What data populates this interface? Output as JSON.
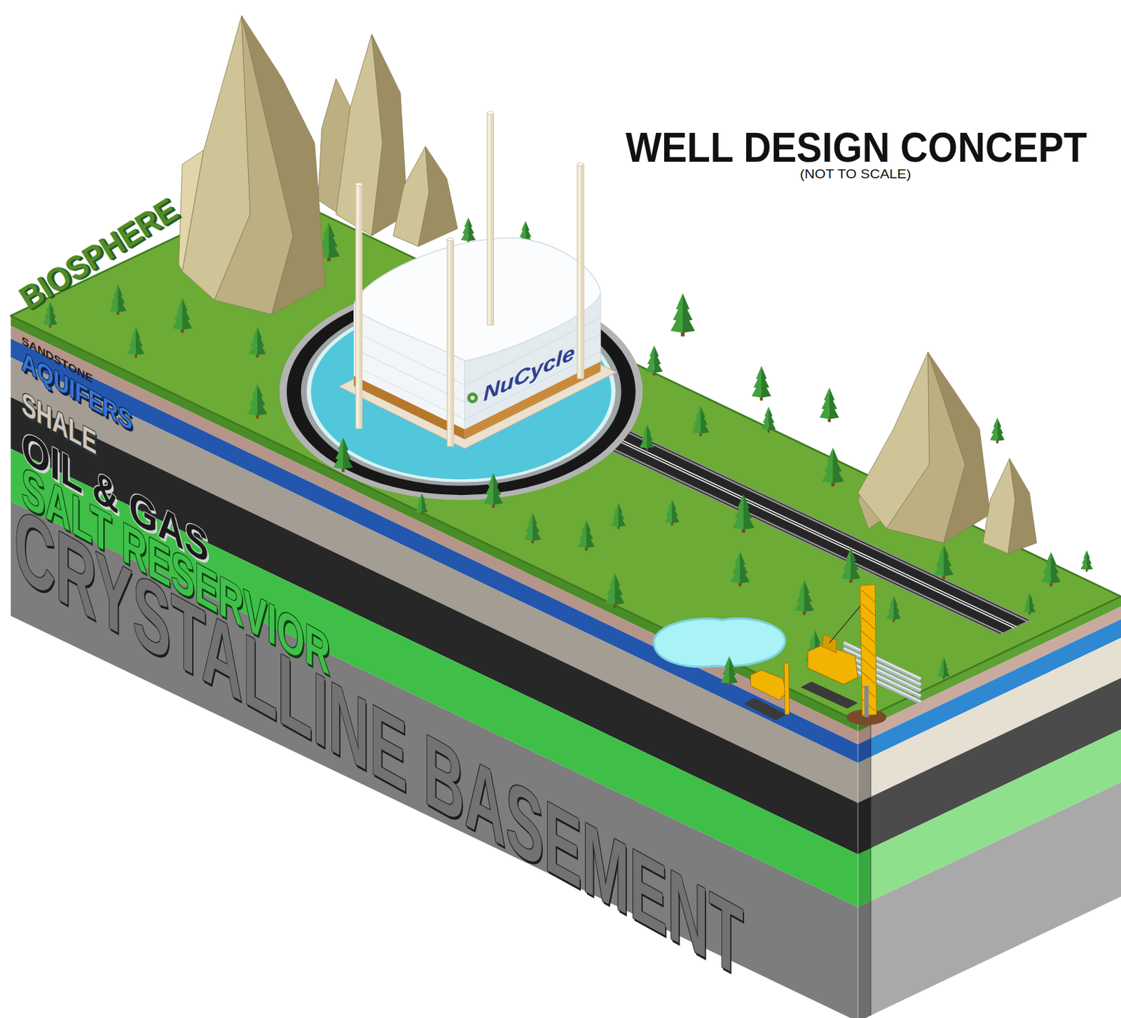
{
  "diagram": {
    "title": "WELL DESIGN CONCEPT",
    "caption": "(NOT TO SCALE)",
    "labels": [
      "BIOSPHERE",
      "SANDSTONE",
      "AQUIFERS",
      "SHALE",
      "OIL & GAS",
      "SALT RESERVIOR",
      "CRYSTALLINE BASEMENT",
      "NuCycle"
    ]
  }
}
